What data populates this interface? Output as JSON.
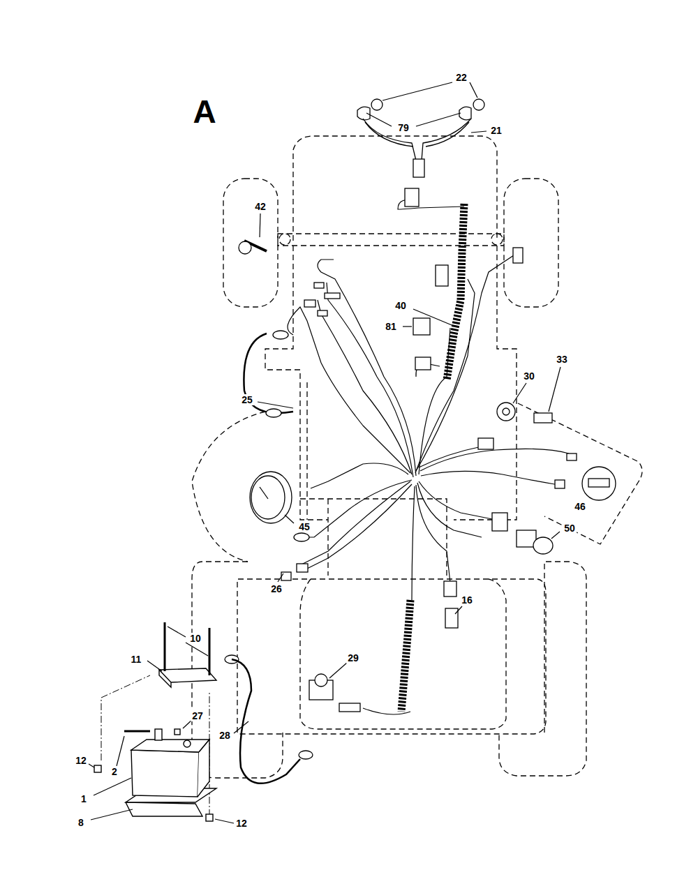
{
  "diagram": {
    "title": "A",
    "labels": [
      "22",
      "79",
      "21",
      "42",
      "40",
      "81",
      "33",
      "30",
      "25",
      "46",
      "45",
      "50",
      "26",
      "16",
      "10",
      "11",
      "29",
      "27",
      "2",
      "28",
      "12",
      "1",
      "8",
      "12"
    ]
  }
}
